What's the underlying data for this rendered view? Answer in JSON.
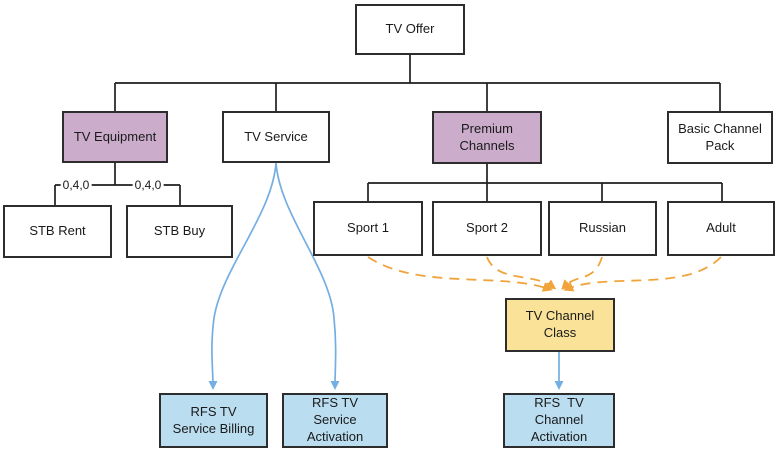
{
  "colors": {
    "background": "#FFFFFF",
    "border": "#2D2D2D",
    "line": "#1F1F1F",
    "text": "#1A1A1A",
    "mauve": "#CBACCB",
    "yellow": "#FAE398",
    "lightblue": "#BADDF0",
    "bluearrow": "#74AEE2",
    "orange": "#F2A43C"
  },
  "nodes": {
    "tv_offer": {
      "label": "TV Offer"
    },
    "tv_equipment": {
      "label": "TV Equipment"
    },
    "tv_service": {
      "label": "TV Service"
    },
    "premium_channels": {
      "label": "Premium\nChannels"
    },
    "basic_channel_pack": {
      "label": "Basic Channel\nPack"
    },
    "stb_rent": {
      "label": "STB Rent"
    },
    "stb_buy": {
      "label": "STB Buy"
    },
    "sport_1": {
      "label": "Sport 1"
    },
    "sport_2": {
      "label": "Sport 2"
    },
    "russian": {
      "label": "Russian"
    },
    "adult": {
      "label": "Adult"
    },
    "tv_channel_class": {
      "label": "TV Channel\nClass"
    },
    "rfs_tv_service_billing": {
      "label": "RFS TV\nService Billing"
    },
    "rfs_tv_service_activation": {
      "label": "RFS TV\nService\nActivation"
    },
    "rfs_tv_channel_activation": {
      "label": "RFS  TV\nChannel\nActivation"
    }
  },
  "edge_labels": [
    "0,4,0",
    "0,4,0"
  ]
}
